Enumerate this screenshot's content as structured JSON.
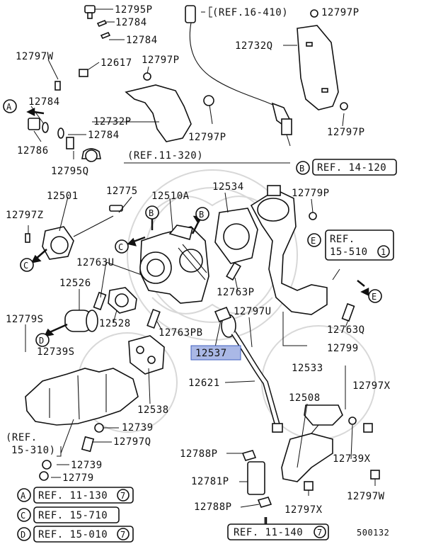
{
  "doc_number": "500132",
  "highlighted_label": "12537",
  "labels": [
    {
      "id": "l01",
      "text": "12795P"
    },
    {
      "id": "l02",
      "text": "12784"
    },
    {
      "id": "l03",
      "text": "12784"
    },
    {
      "id": "l04",
      "text": "12797W"
    },
    {
      "id": "l05",
      "text": "12617"
    },
    {
      "id": "l06",
      "text": "12797P"
    },
    {
      "id": "l07",
      "text": "12784"
    },
    {
      "id": "l08",
      "text": "12732P"
    },
    {
      "id": "l09",
      "text": "12784"
    },
    {
      "id": "l10",
      "text": "12786"
    },
    {
      "id": "l11",
      "text": "12797P"
    },
    {
      "id": "l12",
      "text": "12795Q"
    },
    {
      "id": "l13",
      "text": "(REF.16-410)"
    },
    {
      "id": "l14",
      "text": "12797P"
    },
    {
      "id": "l15",
      "text": "12732Q"
    },
    {
      "id": "l16",
      "text": "12797P"
    },
    {
      "id": "l17",
      "text": "(REF.11-320)"
    },
    {
      "id": "l18",
      "text": "12501"
    },
    {
      "id": "l19",
      "text": "12775"
    },
    {
      "id": "l20",
      "text": "12510A"
    },
    {
      "id": "l21",
      "text": "12534"
    },
    {
      "id": "l22",
      "text": "12779P"
    },
    {
      "id": "l23",
      "text": "12797Z"
    },
    {
      "id": "l24",
      "text": "12763U"
    },
    {
      "id": "l25",
      "text": "12526"
    },
    {
      "id": "l26",
      "text": "12528"
    },
    {
      "id": "l27",
      "text": "12763P"
    },
    {
      "id": "l28",
      "text": "12779S"
    },
    {
      "id": "l29",
      "text": "12763PB"
    },
    {
      "id": "l30",
      "text": "12797U"
    },
    {
      "id": "l31",
      "text": "12763Q"
    },
    {
      "id": "l32",
      "text": "12739S"
    },
    {
      "id": "l33",
      "text": "12799"
    },
    {
      "id": "l34",
      "text": "12533"
    },
    {
      "id": "l35",
      "text": "12621"
    },
    {
      "id": "l36",
      "text": "12538"
    },
    {
      "id": "l37",
      "text": "12508"
    },
    {
      "id": "l38",
      "text": "12797X"
    },
    {
      "id": "l39",
      "text": "12739"
    },
    {
      "id": "l40",
      "text": "12797Q"
    },
    {
      "id": "l41",
      "text": "12788P"
    },
    {
      "id": "l42",
      "text": "12739X"
    },
    {
      "id": "l43",
      "text": "12739"
    },
    {
      "id": "l44",
      "text": "12779"
    },
    {
      "id": "l45",
      "text": "12781P"
    },
    {
      "id": "l46",
      "text": "12797W"
    },
    {
      "id": "l47",
      "text": "12788P"
    },
    {
      "id": "l48",
      "text": "12797X"
    },
    {
      "id": "l49",
      "text": "(REF."
    },
    {
      "id": "l50",
      "text": "15-310)"
    }
  ],
  "ref_boxes": [
    {
      "id": "b1",
      "letter": "B",
      "text": "REF. 14-120",
      "circled": ""
    },
    {
      "id": "b2",
      "letter": "E",
      "text": "REF.",
      "text2": "15-510",
      "circled": "1"
    },
    {
      "id": "b3",
      "letter": "A",
      "text": "REF. 11-130",
      "circled": "7"
    },
    {
      "id": "b4",
      "letter": "C",
      "text": "REF. 15-710",
      "circled": ""
    },
    {
      "id": "b5",
      "letter": "D",
      "text": "REF. 15-010",
      "circled": "7"
    },
    {
      "id": "b6",
      "letter": "",
      "text": "REF. 11-140",
      "circled": "7"
    }
  ],
  "connector_letters": {
    "a1": "A",
    "b1": "B",
    "b2": "B",
    "c1": "C",
    "c2": "C",
    "d1": "D",
    "e1": "E",
    "f1": "E"
  }
}
